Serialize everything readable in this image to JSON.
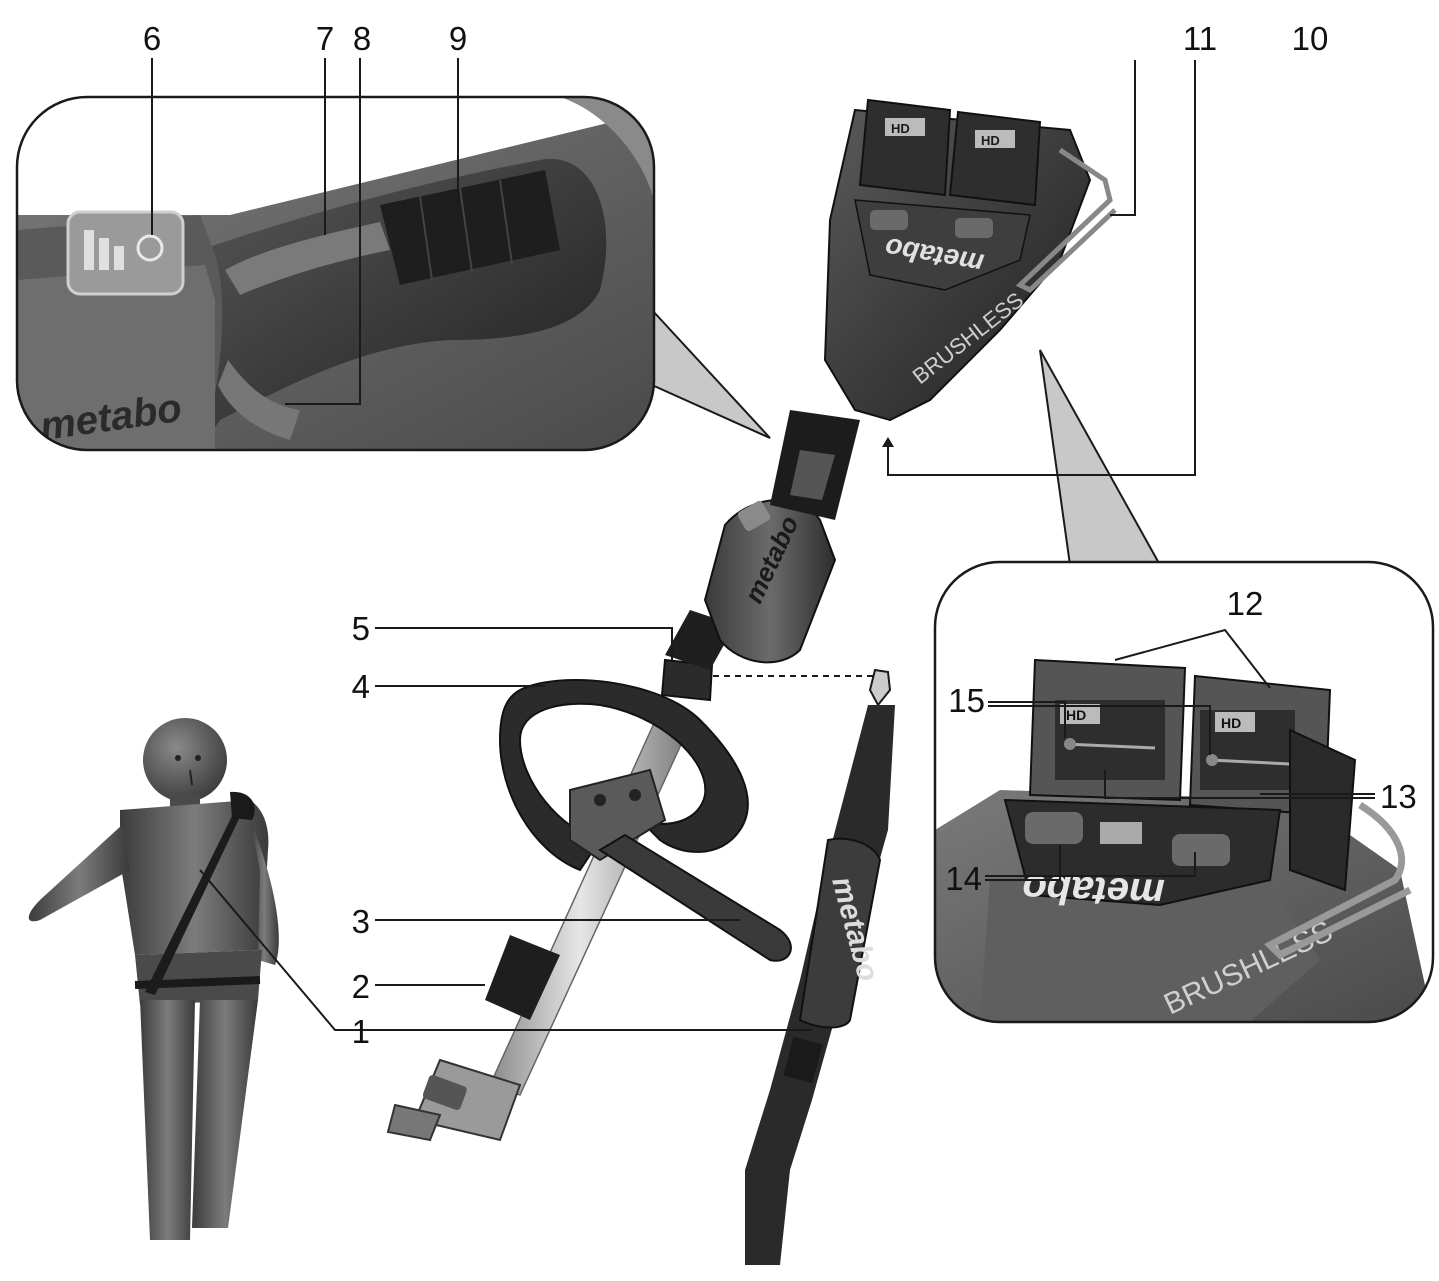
{
  "diagram": {
    "callouts": [
      "1",
      "2",
      "3",
      "4",
      "5",
      "6",
      "7",
      "8",
      "9",
      "10",
      "11",
      "12",
      "13",
      "14",
      "15"
    ],
    "brand_text": "metabo",
    "motor_text": "BRUSHLESS",
    "battery_badge": "HD",
    "colors": {
      "line": "#1a1a1a",
      "tool_dark": "#2b2b2b",
      "tool_mid": "#4a4a4a",
      "tool_light": "#6a6a6a",
      "shaft": "#bdbdbd",
      "figure": "#505050"
    }
  }
}
